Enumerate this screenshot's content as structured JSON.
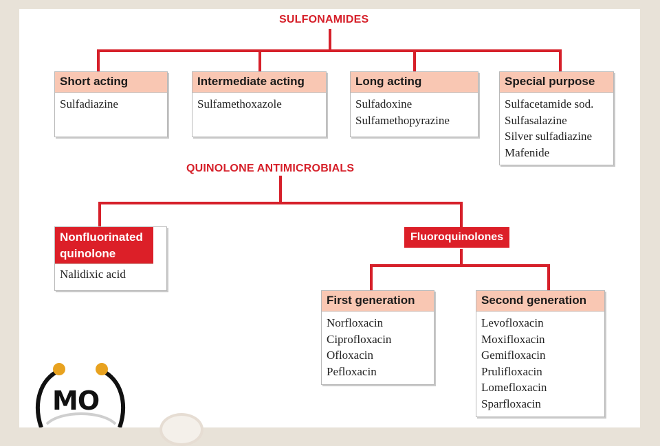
{
  "sulfonamides": {
    "title": "SULFONAMIDES",
    "groups": [
      {
        "header": "Short acting",
        "items": [
          "Sulfadiazine"
        ]
      },
      {
        "header": "Intermediate acting",
        "items": [
          "Sulfamethoxazole"
        ]
      },
      {
        "header": "Long acting",
        "items": [
          "Sulfadoxine",
          "Sulfamethopyrazine"
        ]
      },
      {
        "header": "Special purpose",
        "items": [
          "Sulfacetamide sod.",
          "Sulfasalazine",
          "Silver sulfadiazine",
          "Mafenide"
        ]
      }
    ]
  },
  "quinolones": {
    "title": "QUINOLONE ANTIMICROBIALS",
    "nonfluorinated": {
      "header": "Nonfluorinated quinolone",
      "items": [
        "Nalidixic acid"
      ]
    },
    "fluoroquinolones": {
      "label": "Fluoroquinolones",
      "first": {
        "header": "First generation",
        "items": [
          "Norfloxacin",
          "Ciprofloxacin",
          "Ofloxacin",
          "Pefloxacin"
        ]
      },
      "second": {
        "header": "Second generation",
        "items": [
          "Levofloxacin",
          "Moxifloxacin",
          "Gemifloxacin",
          "Prulifloxacin",
          "Lomefloxacin",
          "Sparfloxacin"
        ]
      }
    }
  },
  "logo": {
    "text": "MO"
  },
  "colors": {
    "accent": "#dc1f28",
    "header_fill": "#f9c7b3",
    "background": "#e8e2d8"
  }
}
